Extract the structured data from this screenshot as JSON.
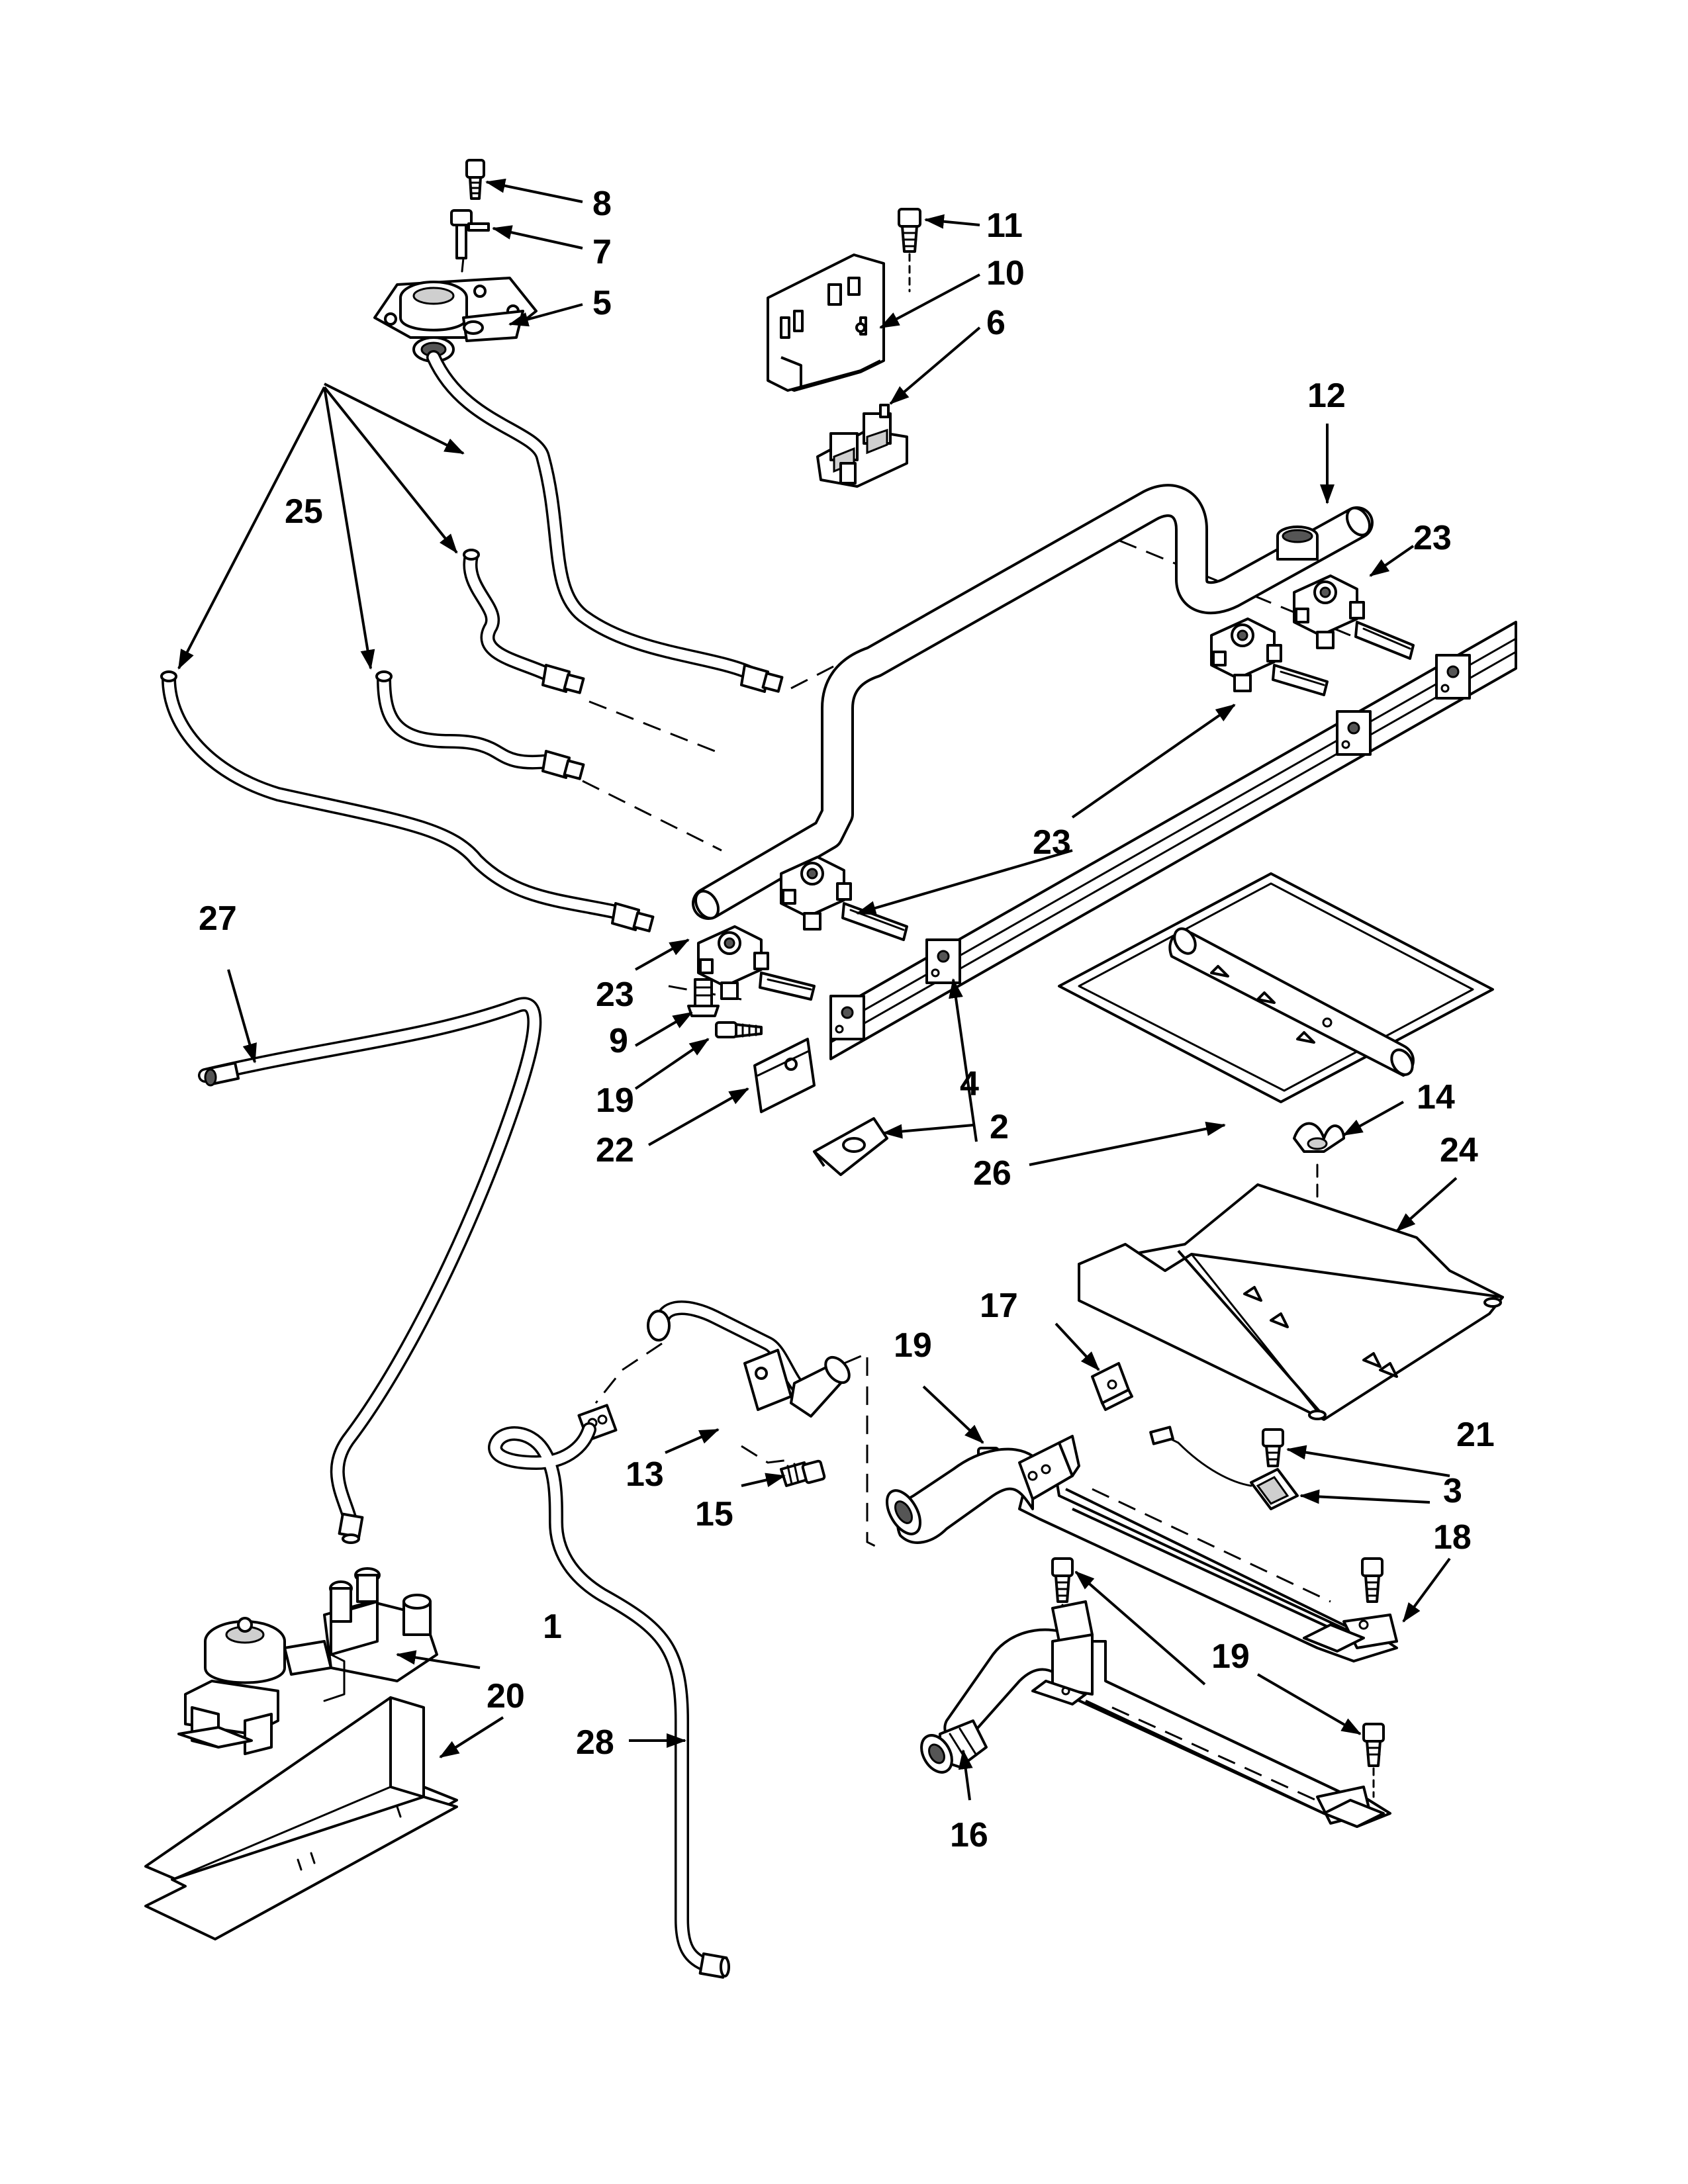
{
  "diagram": {
    "callouts": {
      "c1": "1",
      "c2": "2",
      "c3": "3",
      "c4": "4",
      "c5": "5",
      "c6": "6",
      "c7": "7",
      "c8": "8",
      "c9": "9",
      "c10": "10",
      "c11": "11",
      "c12": "12",
      "c13": "13",
      "c14": "14",
      "c15": "15",
      "c16": "16",
      "c17": "17",
      "c18": "18",
      "c19a": "19",
      "c19b": "19",
      "c19c": "19",
      "c20": "20",
      "c21": "21",
      "c22": "22",
      "c23a": "23",
      "c23b": "23",
      "c23c": "23",
      "c24": "24",
      "c25": "25",
      "c26": "26",
      "c27": "27",
      "c28": "28"
    }
  }
}
